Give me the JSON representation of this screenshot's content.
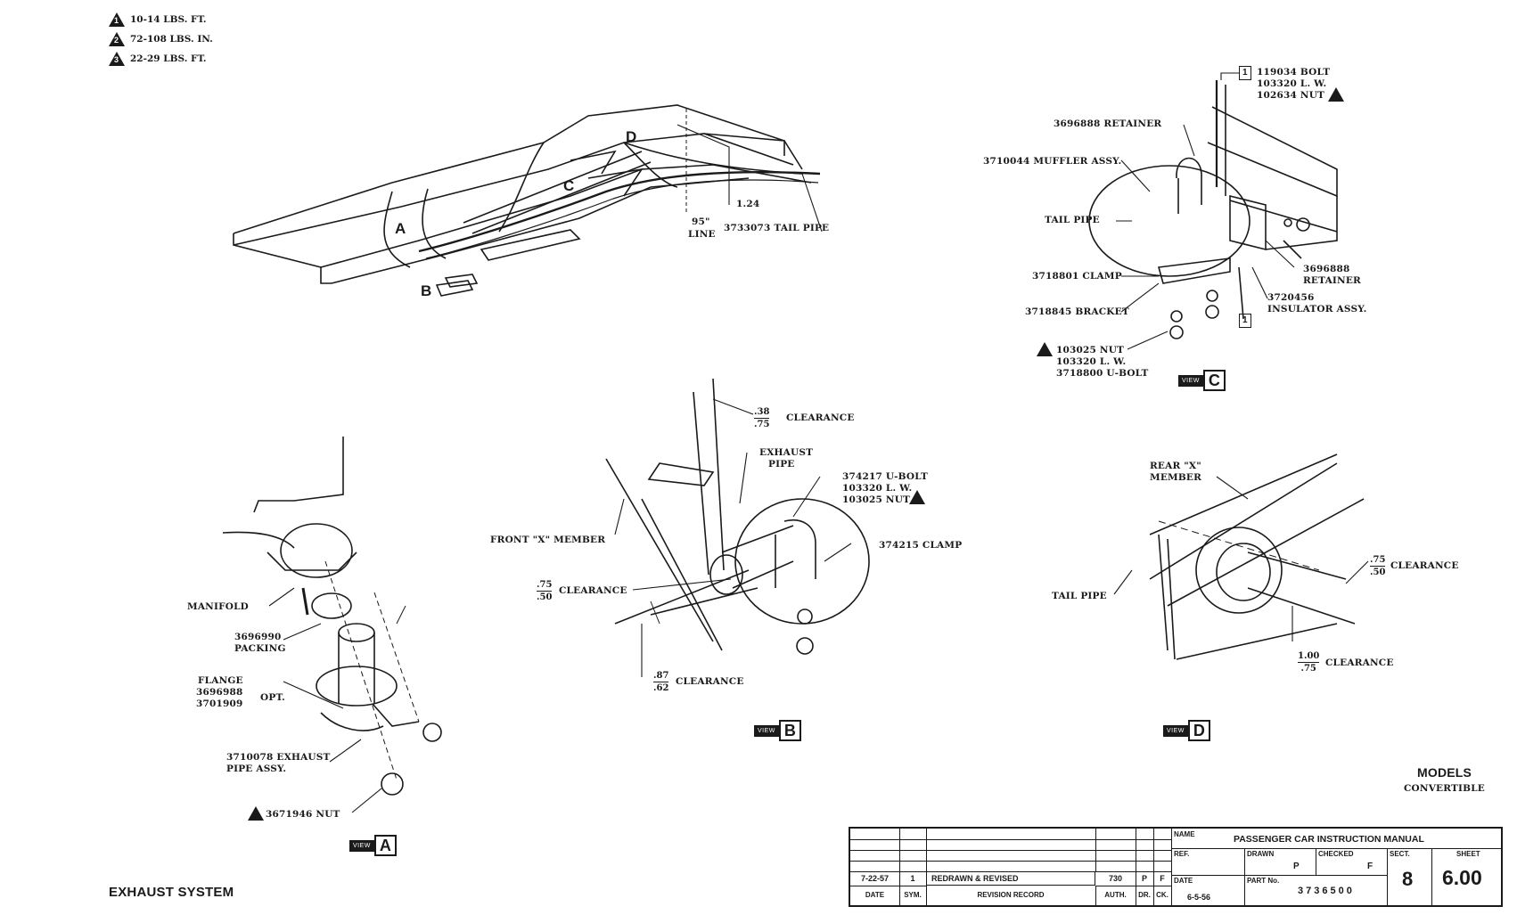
{
  "torque_legend": [
    {
      "symbol": "1",
      "text": "10-14 LBS. FT."
    },
    {
      "symbol": "2",
      "text": "72-108 LBS. IN."
    },
    {
      "symbol": "3",
      "text": "22-29 LBS. FT."
    }
  ],
  "overview": {
    "letters": {
      "a": "A",
      "b": "B",
      "c": "C",
      "d": "D"
    },
    "dim_124": "1.24",
    "line_95": "95\"",
    "line_word": "LINE",
    "tail_pipe": "3733073 TAIL PIPE"
  },
  "view_c": {
    "bolt_box": "1",
    "bolt_lines": [
      "119034 BOLT",
      "103320 L. W.",
      "102634 NUT"
    ],
    "retainer_top": "3696888 RETAINER",
    "muffler": "3710044 MUFFLER ASSY.",
    "tail_pipe": "TAIL PIPE",
    "clamp": "3718801 CLAMP",
    "bracket": "3718845 BRACKET",
    "retainer_right": [
      "3696888",
      "RETAINER"
    ],
    "insulator": [
      "3720456",
      "INSULATOR ASSY."
    ],
    "small_box": "1",
    "nut_lines": [
      "103025 NUT",
      "103320 L. W.",
      "3718800 U-BOLT"
    ],
    "view_word": "VIEW",
    "view_letter": "C"
  },
  "view_a": {
    "manifold": "MANIFOLD",
    "packing": [
      "3696990",
      "PACKING"
    ],
    "flange": [
      "FLANGE",
      "3696988",
      "3701909"
    ],
    "opt": "OPT.",
    "exhaust_pipe": [
      "3710078 EXHAUST",
      "PIPE ASSY."
    ],
    "nut": "3671946 NUT",
    "view_word": "VIEW",
    "view_letter": "A"
  },
  "view_b": {
    "clear_top_num": ".38",
    "clear_top_den": ".75",
    "clearance": "CLEARANCE",
    "exhaust_pipe": [
      "EXHAUST",
      "PIPE"
    ],
    "ubolt": [
      "374217 U-BOLT",
      "103320 L. W.",
      "103025 NUT"
    ],
    "clamp": "374215 CLAMP",
    "front_x": "FRONT \"X\" MEMBER",
    "clear_left_num": ".75",
    "clear_left_den": ".50",
    "clear_bot_num": ".87",
    "clear_bot_den": ".62",
    "view_word": "VIEW",
    "view_letter": "B"
  },
  "view_d": {
    "rear_x": [
      "REAR \"X\"",
      "MEMBER"
    ],
    "tail_pipe": "TAIL PIPE",
    "clear_right_num": ".75",
    "clear_right_den": ".50",
    "clear_bot_num": "1.00",
    "clear_bot_den": ".75",
    "clearance": "CLEARANCE",
    "view_word": "VIEW",
    "view_letter": "D"
  },
  "models": {
    "title": "MODELS",
    "sub": "CONVERTIBLE"
  },
  "section_title": "EXHAUST SYSTEM",
  "title_block": {
    "rev_date": "7-22-57",
    "rev_sym": "1",
    "rev_text": "REDRAWN & REVISED",
    "rev_auth": "730",
    "rev_dr": "P",
    "rev_ck": "F",
    "h_date": "DATE",
    "h_sym": "SYM.",
    "h_record": "REVISION RECORD",
    "h_auth": "AUTH.",
    "h_dr": "DR.",
    "h_ck": "CK.",
    "name_label": "NAME",
    "name_value": "PASSENGER CAR INSTRUCTION MANUAL",
    "ref_label": "REF.",
    "drawn_label": "DRAWN",
    "drawn_value": "P",
    "checked_label": "CHECKED",
    "checked_value": "F",
    "date_label": "DATE",
    "date_value": "6-5-56",
    "part_label": "PART No.",
    "part_value": "3736500",
    "sect_label": "SECT.",
    "sect_value": "8",
    "sheet_label": "SHEET",
    "sheet_value": "6.00"
  }
}
